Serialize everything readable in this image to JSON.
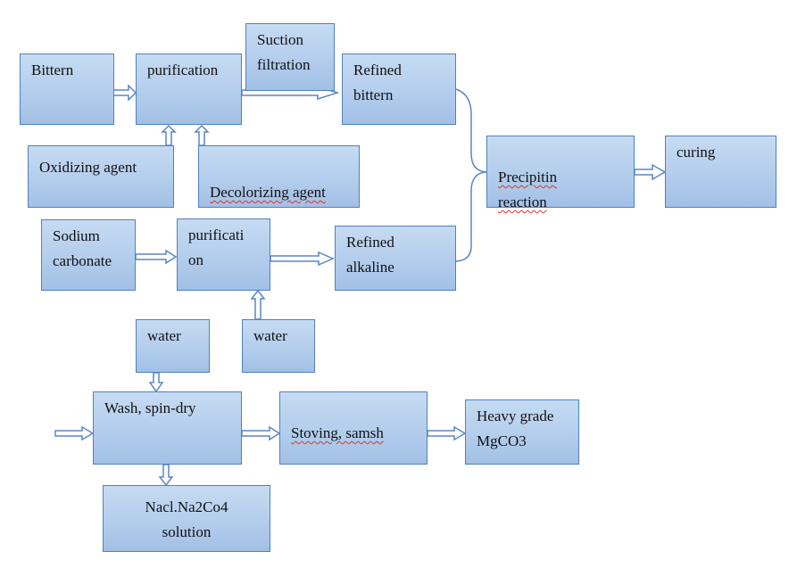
{
  "nodes": {
    "bittern": "Bittern",
    "purification_1": "purification",
    "suction_filtration": "Suction\nfiltration",
    "refined_bittern": "Refined\nbittern",
    "oxidizing_agent": "Oxidizing agent",
    "decolorizing_agent": "Decolorizing agent",
    "sodium_carbonate": "Sodium\ncarbonate",
    "purification_2": "purificati\non",
    "refined_alkaline": "Refined\nalkaline",
    "precipitin_reaction": "Precipitin\nreaction",
    "curing": "curing",
    "water_1": "water",
    "water_2": "water",
    "wash_spin_dry": "Wash, spin-dry",
    "stoving_samsh": "Stoving, samsh",
    "heavy_grade": "Heavy grade\nMgCO3",
    "nacl_solution": "Nacl.Na2Co4\nsolution"
  },
  "colors": {
    "box_fill": "#b3cdec",
    "box_border": "#4f81bd",
    "arrow": "#5b86c5",
    "spellcheck_underline": "#e0322c"
  }
}
